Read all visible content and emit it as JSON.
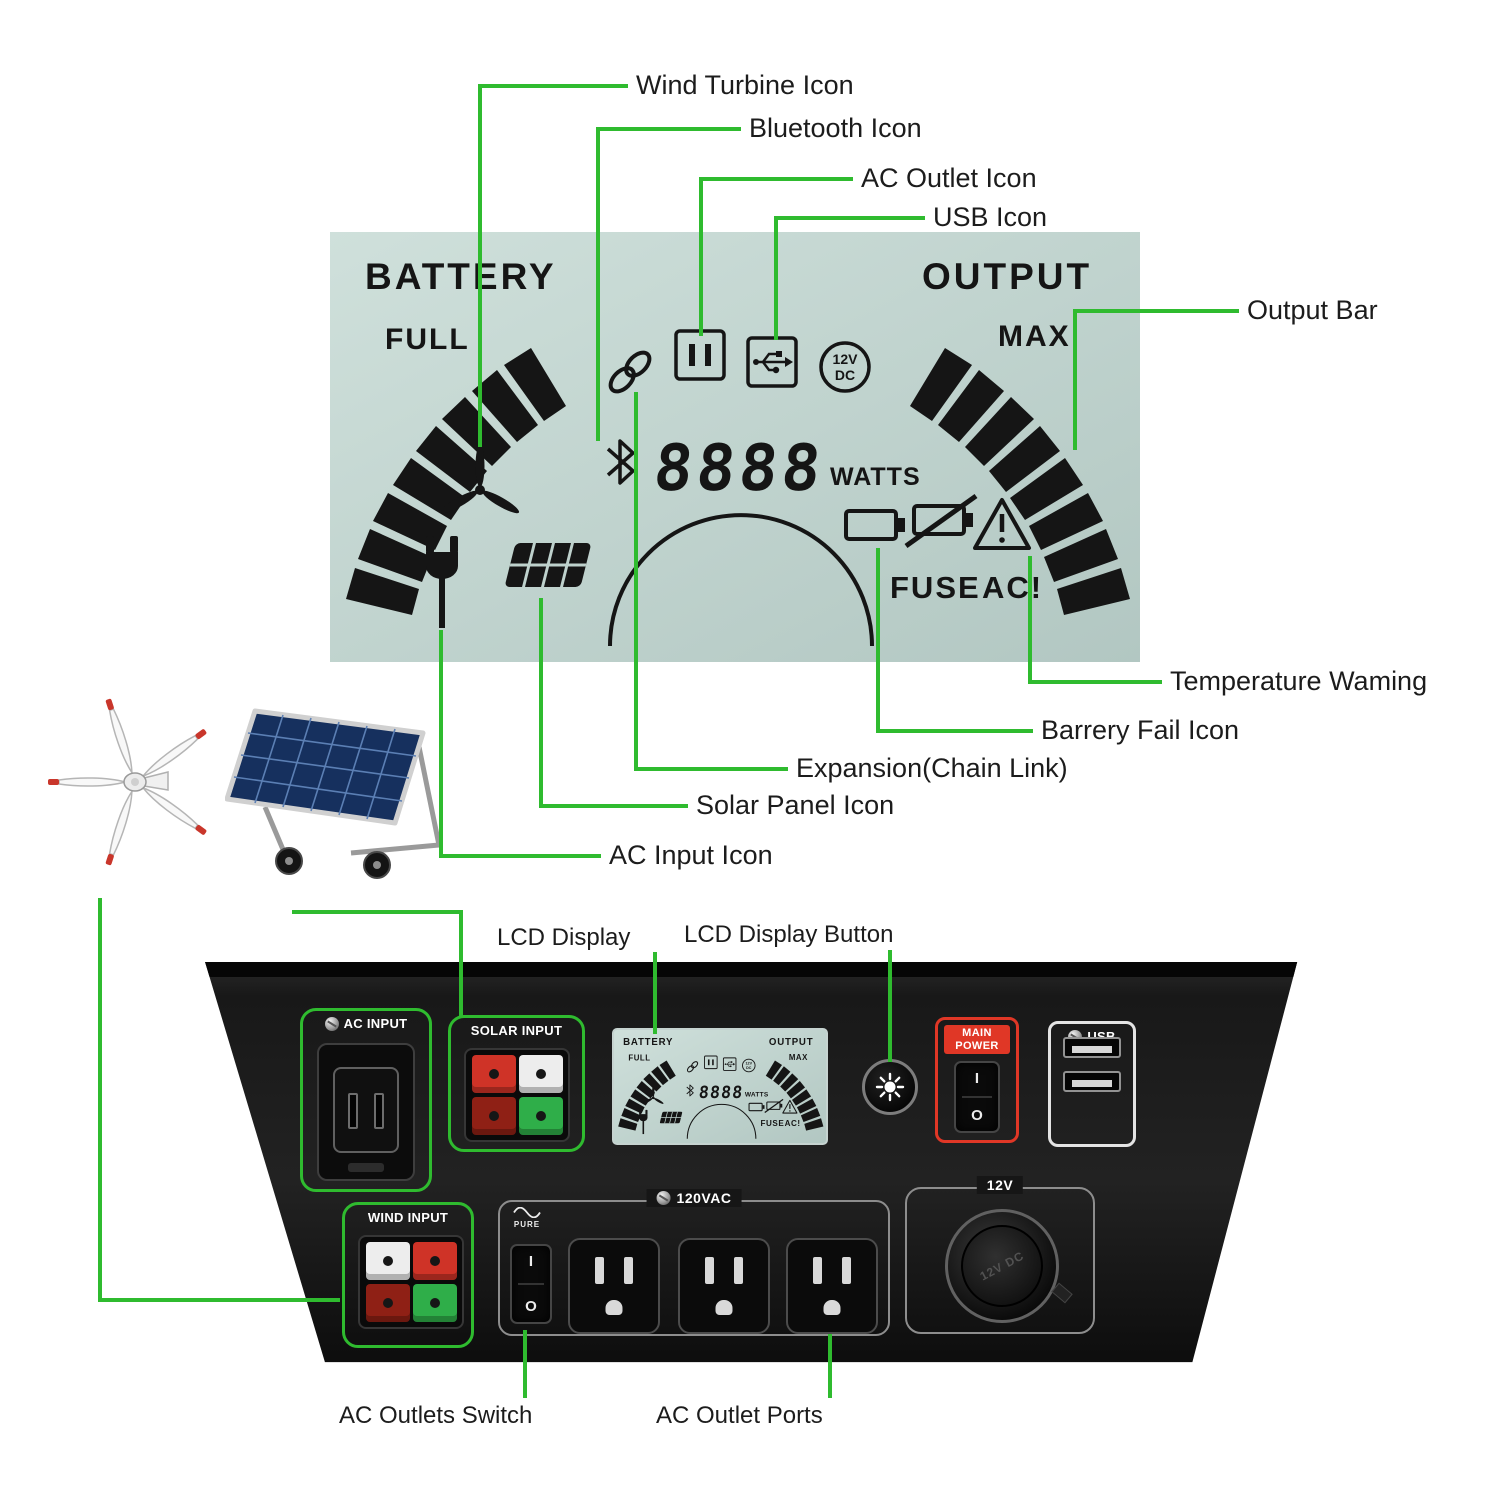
{
  "colors": {
    "callout_green": "#2fbb2f",
    "lcd_background": "#bdd2cd",
    "lcd_ink": "#151515",
    "accent_red": "#e03726",
    "terminal_red": "#cf3327",
    "terminal_dark_red": "#8f2015",
    "terminal_green": "#2fae49",
    "terminal_white": "#ededed"
  },
  "lcd": {
    "battery_label": "BATTERY",
    "output_label": "OUTPUT",
    "full_label": "FULL",
    "max_label": "MAX",
    "watts_value": "8888",
    "watts_unit": "WATTS",
    "fuse_label": "FUSE",
    "ac_alert_label": "AC!",
    "dc_icon_line1": "12V",
    "dc_icon_line2": "DC",
    "battery_gauge_segments": 8,
    "output_gauge_segments": 8
  },
  "callouts": {
    "wind_turbine": "Wind Turbine Icon",
    "bluetooth": "Bluetooth Icon",
    "ac_outlet": "AC Outlet Icon",
    "usb": "USB Icon",
    "output_bar": "Output Bar",
    "temperature_warning": "Temperature Waming",
    "battery_fail": "Barrery Fail Icon",
    "expansion": "Expansion(Chain Link)",
    "solar_panel": "Solar Panel Icon",
    "ac_input": "AC Input Icon",
    "lcd_display": "LCD Display",
    "lcd_display_button": "LCD Display Button",
    "ac_outlets_switch": "AC Outlets Switch",
    "ac_outlet_ports": "AC Outlet Ports"
  },
  "panel": {
    "ac_input": {
      "label": "AC INPUT"
    },
    "solar_input": {
      "label": "SOLAR INPUT"
    },
    "wind_input": {
      "label": "WIND INPUT"
    },
    "main_power": {
      "label": "MAIN POWER",
      "switch_on": "I",
      "switch_off": "O"
    },
    "usb": {
      "label": "USB",
      "port_count": 2
    },
    "ac_outlets": {
      "label": "120VAC",
      "pure_label": "PURE",
      "switch_on": "I",
      "switch_off": "O",
      "outlet_count": 3
    },
    "dc_socket": {
      "label": "12V",
      "cap_text": "12V DC"
    }
  }
}
